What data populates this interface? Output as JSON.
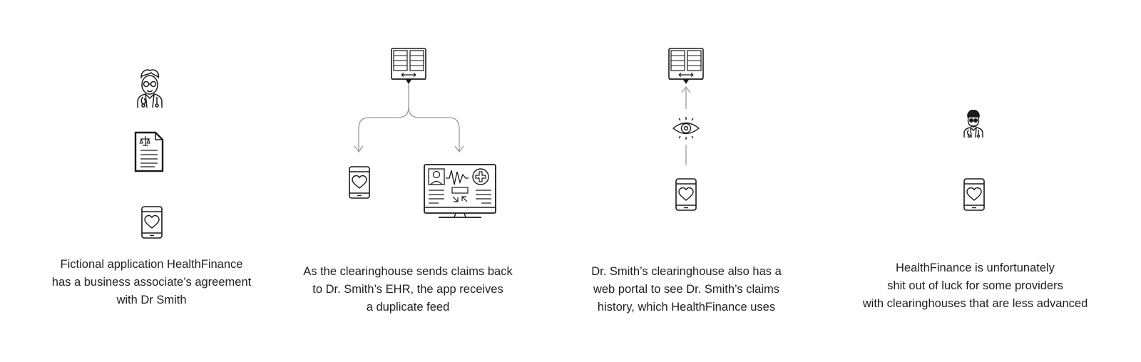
{
  "panels": [
    {
      "caption": [
        "Fictional application HealthFinance",
        "has a business associate’s agreement",
        "with Dr Smith"
      ]
    },
    {
      "caption": [
        "As the clearinghouse sends claims back",
        "to Dr. Smith’s EHR, the app receives",
        "a duplicate feed"
      ]
    },
    {
      "caption": [
        "Dr. Smith’s clearinghouse also has a",
        "web portal to see Dr. Smith’s claims",
        "history, which HealthFinance uses"
      ]
    },
    {
      "caption": [
        "HealthFinance is unfortunately",
        "shit out of luck for some providers",
        "with clearinghouses that are less advanced"
      ]
    }
  ],
  "icons": {
    "doctor": "doctor-icon",
    "contract": "contract-document-icon",
    "phone": "phone-heart-app-icon",
    "server": "server-exchange-icon",
    "ehr": "ehr-monitor-icon",
    "eye": "eye-icon"
  },
  "colors": {
    "ink": "#1a1a1a",
    "connector": "#9a9a9a"
  }
}
